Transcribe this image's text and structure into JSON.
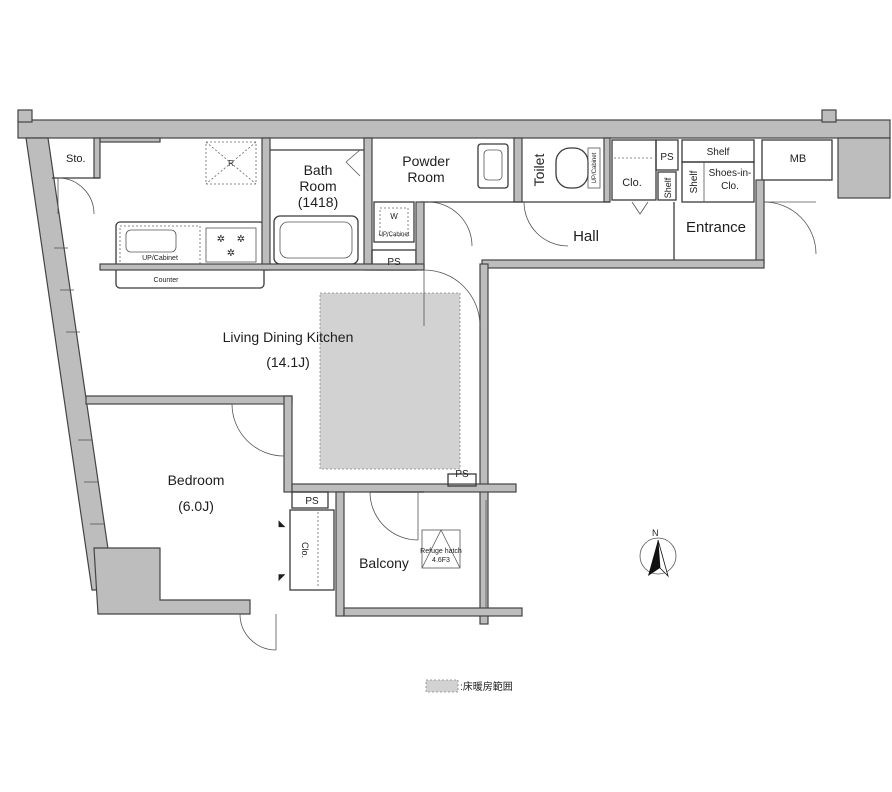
{
  "rooms": {
    "storage": "Sto.",
    "bath_room_line1": "Bath",
    "bath_room_line2": "Room",
    "bath_room_size": "(1418)",
    "powder_room_line1": "Powder",
    "powder_room_line2": "Room",
    "toilet": "Toilet",
    "closet": "Clo.",
    "ps": "PS",
    "shelf": "Shelf",
    "shoes_in_closet_line1": "Shoes-in-",
    "shoes_in_closet_line2": "Clo.",
    "meter_box": "MB",
    "hall": "Hall",
    "entrance": "Entrance",
    "living_dining_kitchen": "Living Dining Kitchen",
    "ldk_size": "(14.1J)",
    "bedroom": "Bedroom",
    "bedroom_size": "(6.0J)",
    "balcony": "Balcony",
    "refuge_hatch_line1": "Refuge hatch",
    "refuge_hatch_line2": "4.6F3",
    "bedroom_closet": "Clo."
  },
  "fixtures": {
    "upper_cabinet": "UP/Cabinet",
    "counter": "Counter",
    "refrigerator": "R",
    "washer": "W",
    "toilet_cabinet": "UP/Cabinet"
  },
  "compass": {
    "north": "N"
  },
  "legend": {
    "floor_heating": ":床暖房範囲"
  },
  "colors": {
    "floor_heating": "#d2d2d2",
    "wall": "#bdbdbd"
  }
}
